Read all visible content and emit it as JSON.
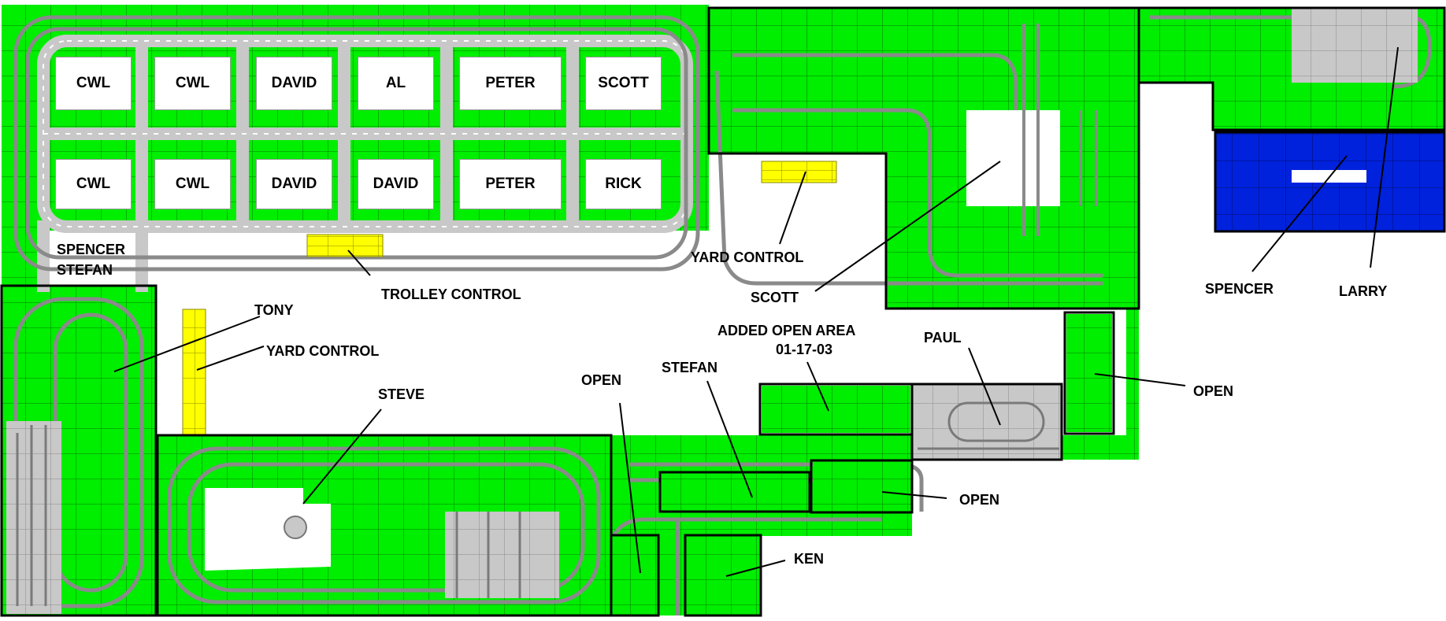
{
  "colors": {
    "baseplate": "#00ee00",
    "grid": "#007a00",
    "road": "#c8c8c8",
    "water": "#0022dd",
    "control_panel": "#ffff00",
    "outline": "#000000",
    "track": "#8a8a8a"
  },
  "owner_boxes": [
    {
      "name": "CWL"
    },
    {
      "name": "CWL"
    },
    {
      "name": "DAVID"
    },
    {
      "name": "AL"
    },
    {
      "name": "PETER"
    },
    {
      "name": "SCOTT"
    },
    {
      "name": "CWL"
    },
    {
      "name": "CWL"
    },
    {
      "name": "DAVID"
    },
    {
      "name": "DAVID"
    },
    {
      "name": "PETER"
    },
    {
      "name": "RICK"
    }
  ],
  "labels": {
    "spencer_stefan_1": "SPENCER",
    "spencer_stefan_2": "STEFAN",
    "trolley_control": "TROLLEY CONTROL",
    "tony": "TONY",
    "yard_control_left": "YARD CONTROL",
    "steve": "STEVE",
    "yard_control_top": "YARD CONTROL",
    "scott": "SCOTT",
    "spencer": "SPENCER",
    "larry": "LARRY",
    "added_open_area_1": "ADDED OPEN AREA",
    "added_open_area_2": "01-17-03",
    "paul": "PAUL",
    "open_mid": "OPEN",
    "stefan": "STEFAN",
    "open_right": "OPEN",
    "open_lower": "OPEN",
    "ken": "KEN"
  }
}
